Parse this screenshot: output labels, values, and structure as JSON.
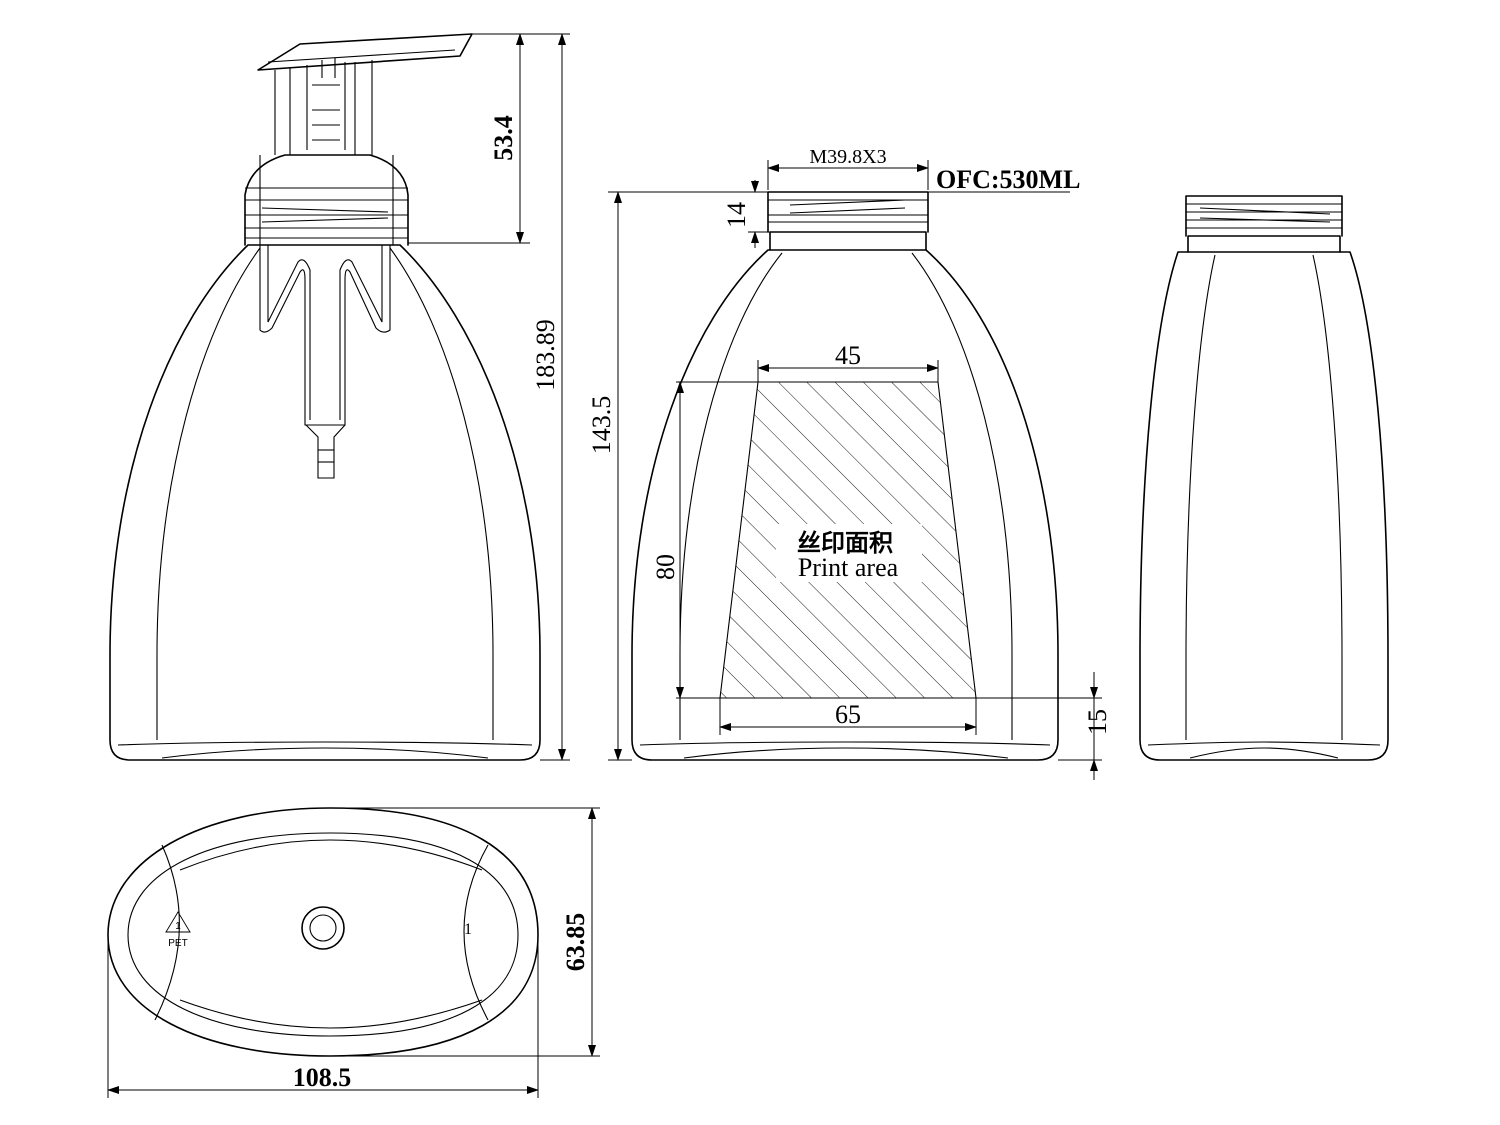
{
  "dimensions": {
    "pump_height": "53.4",
    "total_height": "183.89",
    "neck_thread": "M39.8X3",
    "overflow_capacity": "OFC:530ML",
    "neck_height": "14",
    "body_height": "143.5",
    "print_top_width": "45",
    "print_height": "80",
    "print_bottom_width": "65",
    "bottom_offset": "15",
    "base_width": "108.5",
    "base_depth": "63.85"
  },
  "print_area": {
    "label_cn": "丝印面积",
    "label_en": "Print area"
  },
  "markings": {
    "recycle_code": "1",
    "material": "PET",
    "cavity_number": "1"
  }
}
